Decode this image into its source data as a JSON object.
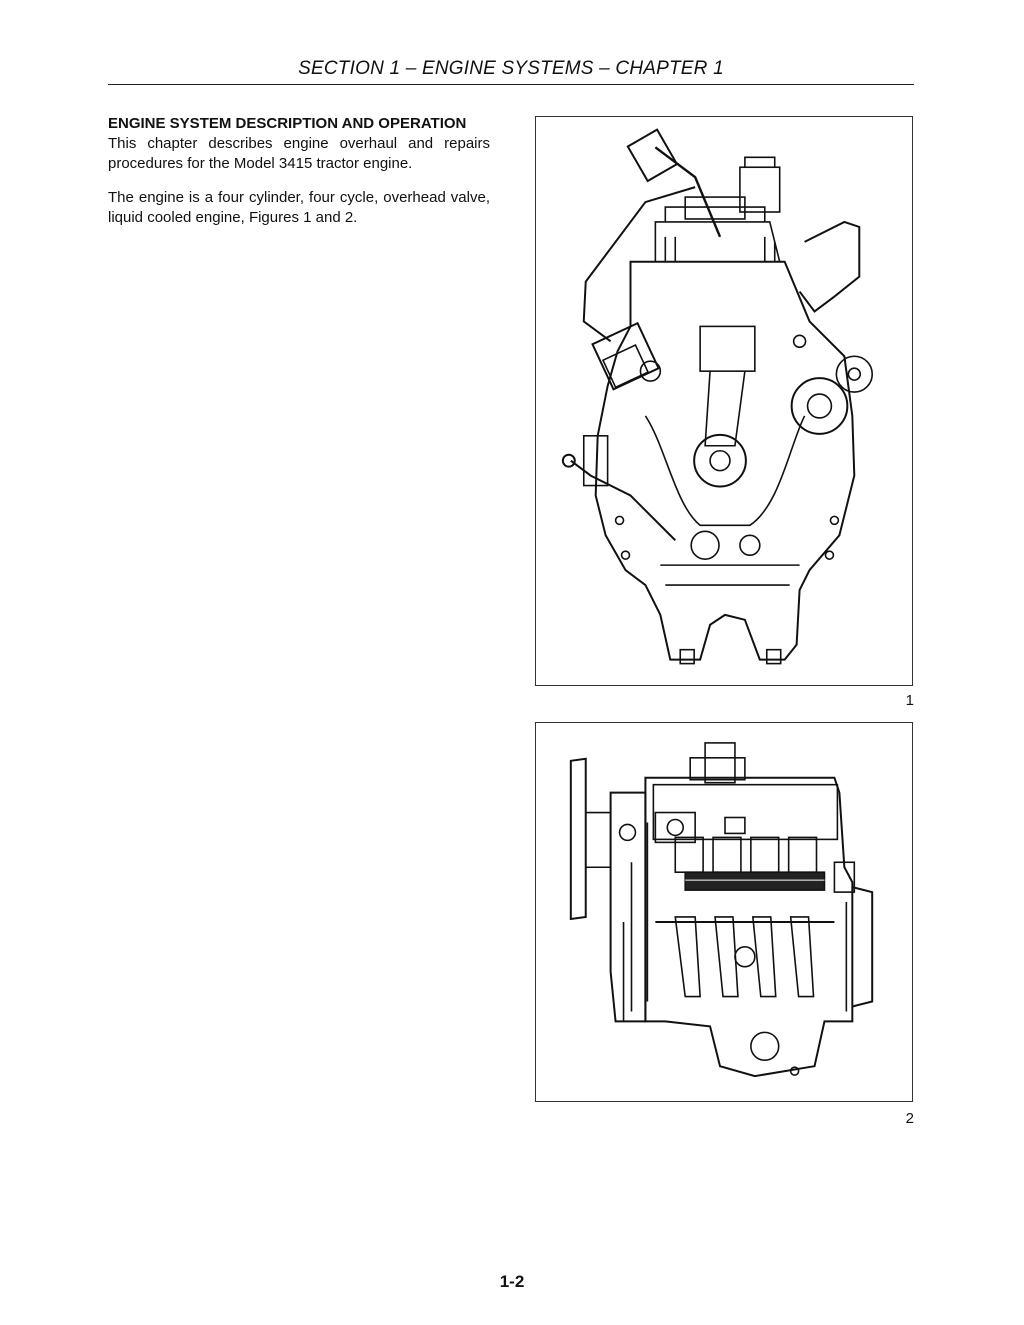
{
  "header": {
    "title": "SECTION 1 – ENGINE SYSTEMS – CHAPTER 1"
  },
  "content": {
    "heading": "ENGINE SYSTEM DESCRIPTION AND OPERATION",
    "paragraph1": "This chapter describes engine overhaul and repairs procedures for the Model 3415 tractor engine.",
    "paragraph2": "The engine is a four cylinder, four cycle, overhead valve, liquid cooled engine, Figures 1 and 2."
  },
  "figures": [
    {
      "number": "1",
      "icon": "engine-front-cross-section"
    },
    {
      "number": "2",
      "icon": "engine-side-cross-section"
    }
  ],
  "footer": {
    "page_number": "1-2"
  }
}
